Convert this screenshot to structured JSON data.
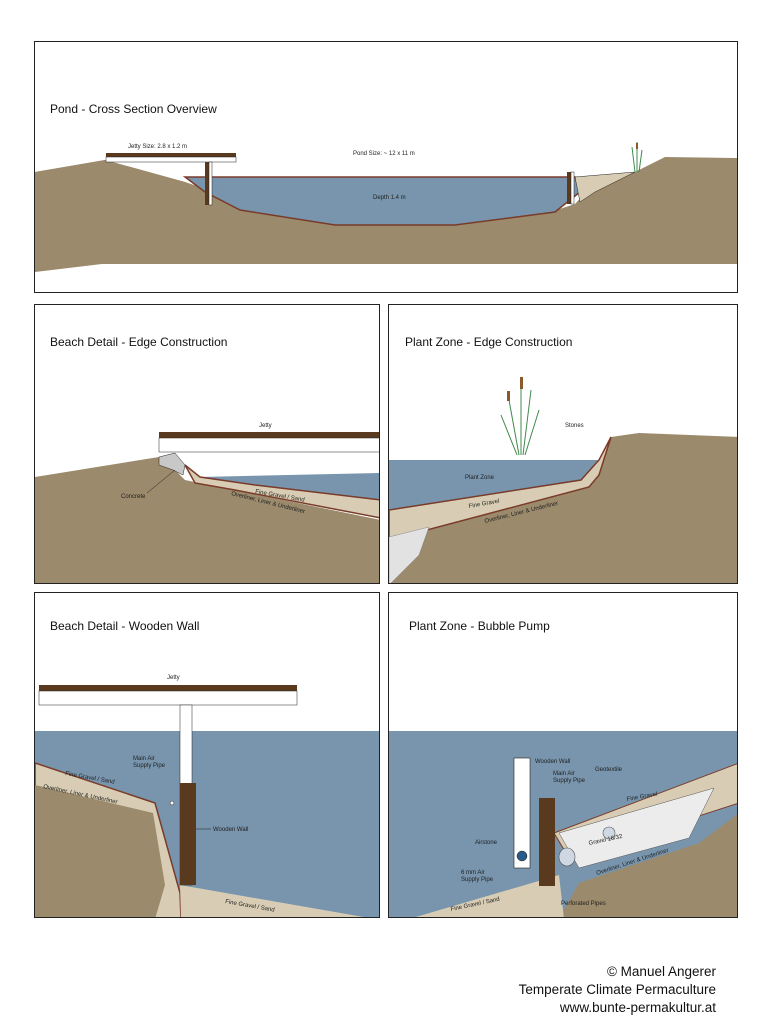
{
  "colors": {
    "earth": "#9b8a6b",
    "water": "#7895ad",
    "water_light": "#8ea8bc",
    "gravel": "#d8cdb4",
    "liner": "#7a3b2a",
    "wood": "#5a3a1e",
    "reed": "#3f8a4d",
    "outline": "#222222"
  },
  "panels": [
    {
      "id": "overview",
      "title": "Pond - Cross Section Overview",
      "labels": {
        "jetty_size": "Jetty Size: 2.8 x 1.2 m",
        "pond_size": "Pond Size: ~ 12 x 11 m",
        "depth": "Depth 1.4 m"
      }
    },
    {
      "id": "beach_edge",
      "title": "Beach Detail - Edge Construction",
      "labels": {
        "jetty": "Jetty",
        "concrete": "Concrete",
        "fine_gravel": "Fine Gravel / Sand",
        "overliner": "Overliner, Liner & Underliner"
      }
    },
    {
      "id": "plant_edge",
      "title": "Plant Zone - Edge Construction",
      "labels": {
        "stones": "Stones",
        "plant_zone": "Plant Zone",
        "fine_gravel": "Fine Gravel",
        "overliner": "Overliner, Liner & Underliner"
      }
    },
    {
      "id": "beach_wall",
      "title": "Beach Detail - Wooden Wall",
      "labels": {
        "jetty": "Jetty",
        "main_air": "Main Air\nSupply Pipe",
        "fine_gravel": "Fine Gravel / Sand",
        "overliner": "Overliner, Liner & Underliner",
        "wooden_wall": "Wooden Wall",
        "fine_gravel_bottom": "Fine Gravel / Sand"
      }
    },
    {
      "id": "bubble_pump",
      "title": "Plant Zone - Bubble Pump",
      "labels": {
        "wooden_wall": "Wooden Wall",
        "main_air": "Main Air\nSupply Pipe",
        "geotextile": "Geotextile",
        "fine_gravel": "Fine Gravel",
        "airstone": "Airstone",
        "gravel_size": "Gravel 16/32",
        "pipe_6mm": "6 mm Air\nSupply Pipe",
        "overliner": "Overliner, Liner & Underliner",
        "perforated": "Perforated Pipes",
        "fine_gravel_bottom": "Fine Gravel / Sand"
      }
    }
  ],
  "footer": {
    "line1": "© Manuel Angerer",
    "line2": "Temperate Climate Permaculture",
    "line3": "www.bunte-permakultur.at"
  }
}
